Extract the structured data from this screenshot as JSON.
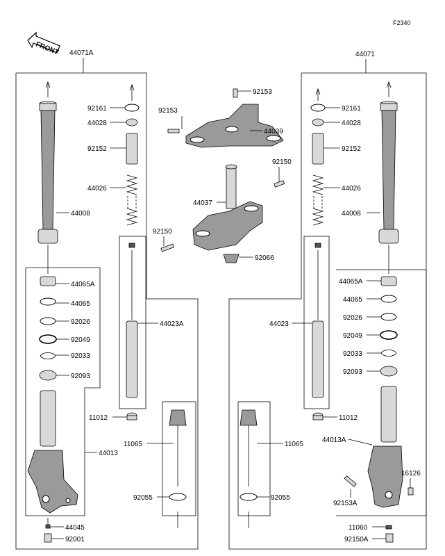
{
  "diagram_code": "F2340",
  "front_label": "FRONT",
  "labels": {
    "l44071A": "44071A",
    "l44071": "44071",
    "l92161a": "92161",
    "l44028a": "44028",
    "l92152a": "92152",
    "l44026a": "44026",
    "l44008a": "44008",
    "l44065Aa": "44065A",
    "l44065a": "44065",
    "l92026a": "92026",
    "l92049a": "92049",
    "l92033a": "92033",
    "l92093a": "92093",
    "l44023A": "44023A",
    "l11012a": "11012",
    "l11065a": "11065",
    "l44013a": "44013",
    "l92055a": "92055",
    "l44045": "44045",
    "l92001": "92001",
    "l92153top": "92153",
    "l92153left": "92153",
    "l44039": "44039",
    "l92150top": "92150",
    "l44037": "44037",
    "l92150left": "92150",
    "l92066": "92066",
    "l92161b": "92161",
    "l44028b": "44028",
    "l92152b": "92152",
    "l44026b": "44026",
    "l44008b": "44008",
    "l44065Ab": "44065A",
    "l44065b": "44065",
    "l92026b": "92026",
    "l92049b": "92049",
    "l92033b": "92033",
    "l92093b": "92093",
    "l44023": "44023",
    "l11012b": "11012",
    "l11065b": "11065",
    "l44013A": "44013A",
    "l16126": "16126",
    "l92153A": "92153A",
    "l92055b": "92055",
    "l11060": "11060",
    "l92150A": "92150A"
  }
}
